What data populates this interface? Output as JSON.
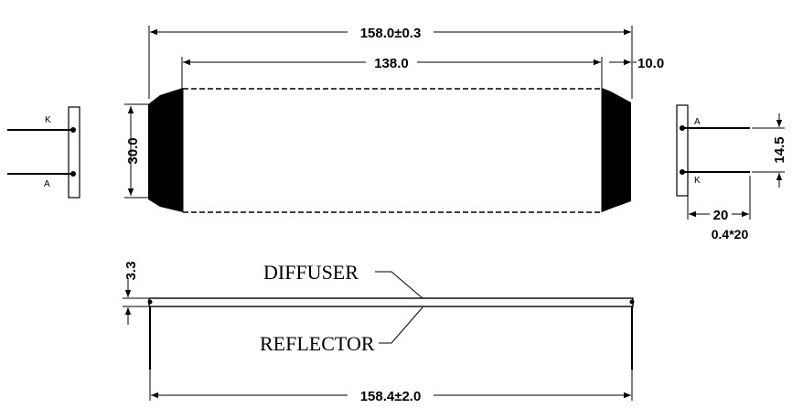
{
  "dimensions": {
    "overall_length": "158.0±0.3",
    "lamp_length": "138.0",
    "end_cap": "10.0",
    "height": "30.0",
    "pin_spacing": "14.5",
    "lead_length": "20",
    "wire_spec": "0.4*20",
    "thickness": "3.3",
    "total_length": "158.4±2.0"
  },
  "pins": {
    "left_top": "K",
    "left_bottom": "A",
    "right_top": "A",
    "right_bottom": "K"
  },
  "callouts": {
    "diffuser": "DIFFUSER",
    "reflector": "REFLECTOR"
  }
}
